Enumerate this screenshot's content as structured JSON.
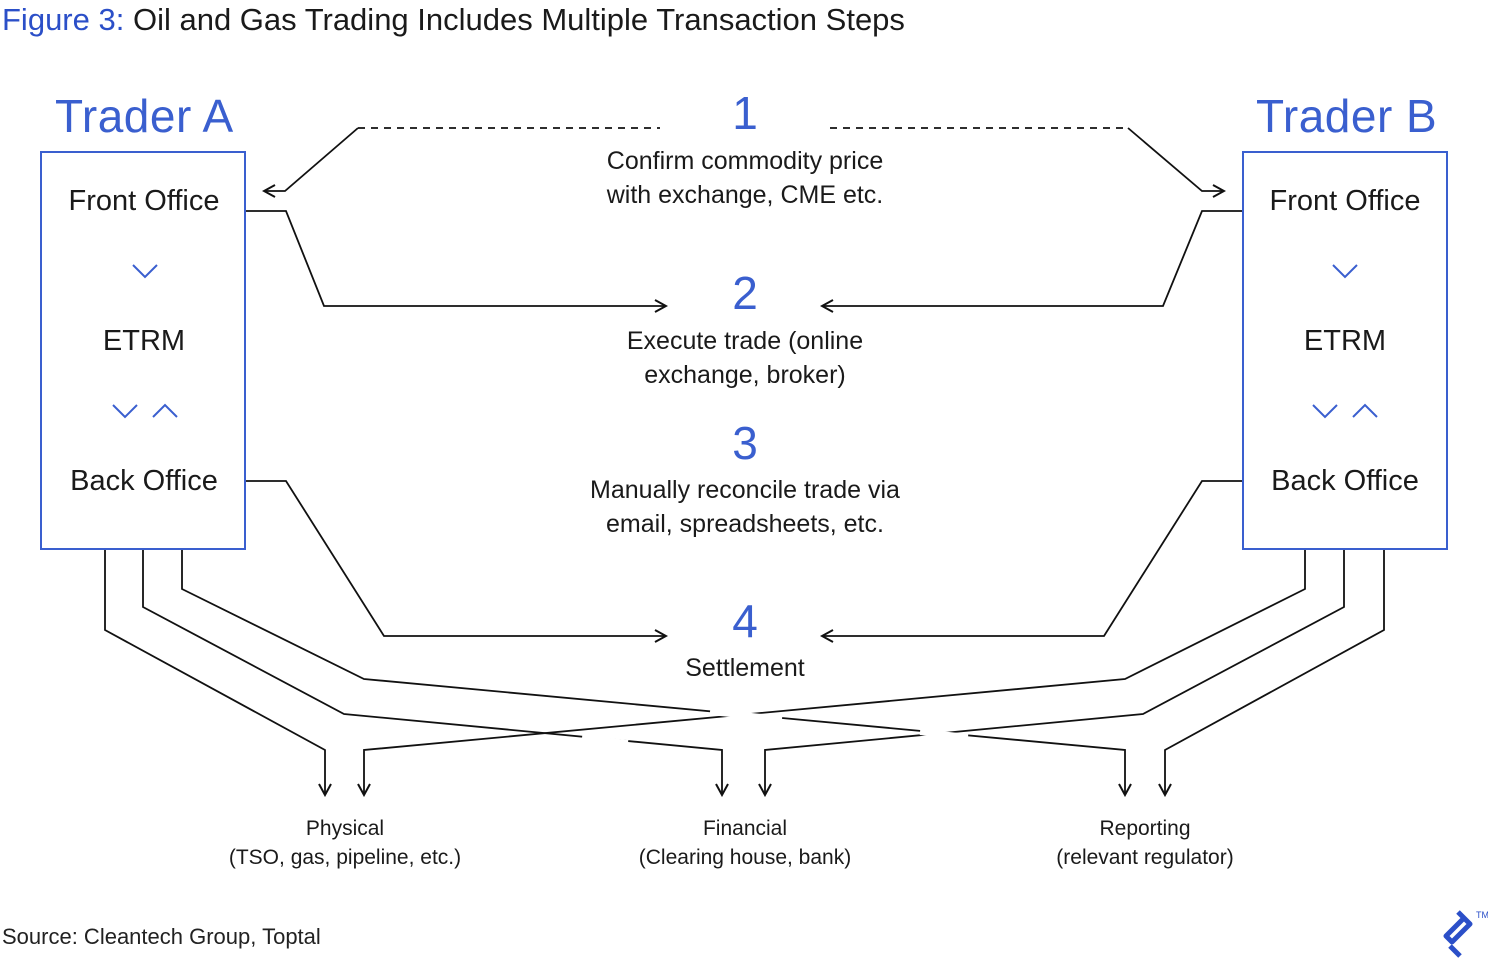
{
  "title": {
    "prefix": "Figure 3:",
    "text": "Oil and Gas Trading Includes Multiple Transaction Steps"
  },
  "trader_a": {
    "name": "Trader A",
    "front": "Front Office",
    "middle": "ETRM",
    "back": "Back Office"
  },
  "trader_b": {
    "name": "Trader B",
    "front": "Front Office",
    "middle": "ETRM",
    "back": "Back Office"
  },
  "steps": [
    {
      "num": "1",
      "text": "Confirm commodity price with exchange, CME etc."
    },
    {
      "num": "2",
      "text": "Execute trade (online exchange, broker)"
    },
    {
      "num": "3",
      "text": "Manually reconcile trade via email, spreadsheets, etc."
    },
    {
      "num": "4",
      "text": "Settlement"
    }
  ],
  "destinations": [
    {
      "name": "Physical",
      "detail": "(TSO, gas, pipeline, etc.)"
    },
    {
      "name": "Financial",
      "detail": "(Clearing house, bank)"
    },
    {
      "name": "Reporting",
      "detail": "(relevant regulator)"
    }
  ],
  "source": "Source: Cleantech Group, Toptal",
  "logo": {
    "mark": "toptal-logo-icon",
    "tm": "TM"
  },
  "colors": {
    "accent": "#3a5fcf",
    "line": "#111111"
  }
}
